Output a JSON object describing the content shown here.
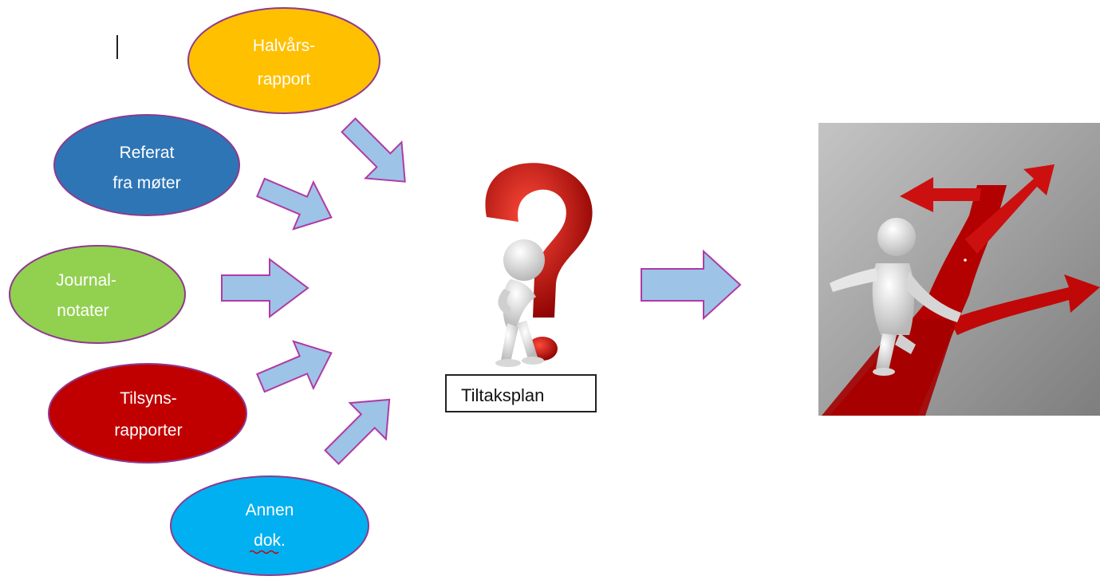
{
  "sources": [
    {
      "id": "halvars",
      "lines": [
        "Halvårs-",
        "rapport"
      ],
      "fill": "#FFC000"
    },
    {
      "id": "referat",
      "lines": [
        "Referat",
        "fra møter"
      ],
      "fill": "#2E75B6"
    },
    {
      "id": "journal",
      "lines": [
        "Journal-",
        "notater"
      ],
      "fill": "#92D050"
    },
    {
      "id": "tilsyn",
      "lines": [
        "Tilsyns-",
        "rapporter"
      ],
      "fill": "#C00000"
    },
    {
      "id": "annen",
      "lines": [
        "Annen",
        "dok."
      ],
      "fill": "#00B0F0"
    }
  ],
  "plan_label": "Tiltaksplan",
  "colors": {
    "ellipse_border": "#8E3A8E",
    "arrow_fill": "#9DC3E6",
    "arrow_border": "#B03AA6",
    "question_mark": "#C00000",
    "road": "#C00000"
  },
  "icons": {
    "center_figure": "thinking-figure-with-question-mark-icon",
    "result_picture": "figure-at-crossroads-icon"
  }
}
